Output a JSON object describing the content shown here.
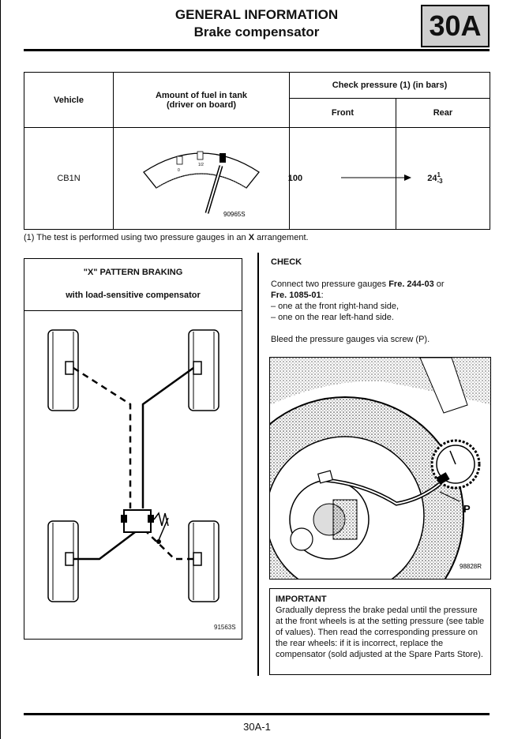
{
  "header": {
    "title": "GENERAL INFORMATION",
    "subtitle": "Brake compensator",
    "chapter": "30A"
  },
  "table": {
    "col_vehicle": "Vehicle",
    "col_fuel_line1": "Amount of fuel in tank",
    "col_fuel_line2": "(driver on board)",
    "col_check": "Check pressure (1) (in bars)",
    "col_front": "Front",
    "col_rear": "Rear",
    "row": {
      "vehicle": "CB1N",
      "gauge_ref": "90965S",
      "front": "100",
      "rear_base": "24",
      "rear_plus": "1",
      "rear_minus": "-3"
    }
  },
  "footnote": {
    "before": "(1) The test is performed using two pressure gauges in an ",
    "bold": "X",
    "after": " arrangement."
  },
  "diagram": {
    "title": "\"X\" PATTERN BRAKING",
    "subtitle": "with load-sensitive compensator",
    "ref": "91563S"
  },
  "check": {
    "heading": "CHECK",
    "line1_pre": "Connect two pressure gauges ",
    "line1_bold": "Fre. 244-03",
    "line1_post": " or",
    "line2_bold": "Fre. 1085-01",
    "line2_post": ":",
    "bullet1": "– one at the front right-hand side,",
    "bullet2": "– one on the rear left-hand side.",
    "bleed": "Bleed the pressure gauges via screw (P).",
    "photo_label": "P",
    "photo_ref": "98828R"
  },
  "important": {
    "title": "IMPORTANT",
    "text": "Gradually depress the brake pedal until the pressure at the front wheels is at the setting pressure (see table of values). Then read the corresponding pressure on the rear wheels: if it is incorrect, replace the compensator (sold adjusted at the Spare Parts Store)."
  },
  "footer": {
    "page": "30A-1"
  }
}
